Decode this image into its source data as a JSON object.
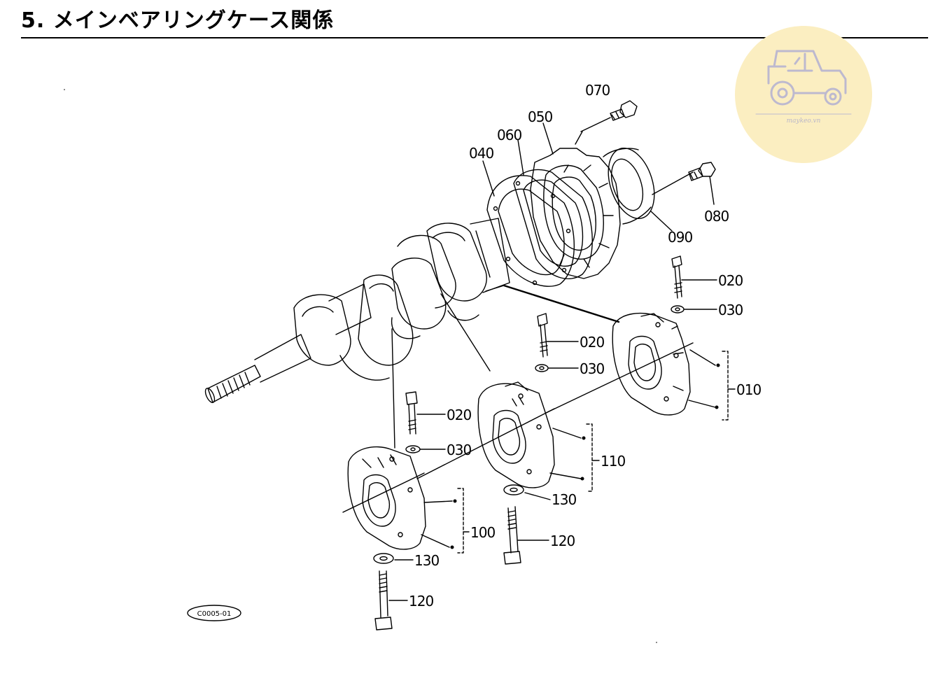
{
  "header": {
    "title": "5. メインベアリングケース関係"
  },
  "watermark": {
    "site": "maykeo.vn",
    "icon": "tractor-icon",
    "background_color": "#fbeec1"
  },
  "figure": {
    "reference_code": "C0005-01",
    "callouts": {
      "c010": "010",
      "c020_right": "020",
      "c020_middle": "020",
      "c020_left": "020",
      "c030_right": "030",
      "c030_middle": "030",
      "c030_left": "030",
      "c040": "040",
      "c050": "050",
      "c060": "060",
      "c070": "070",
      "c080": "080",
      "c090": "090",
      "c100": "100",
      "c110": "110",
      "c120_middle": "120",
      "c120_left": "120",
      "c130_middle": "130",
      "c130_left": "130"
    }
  }
}
